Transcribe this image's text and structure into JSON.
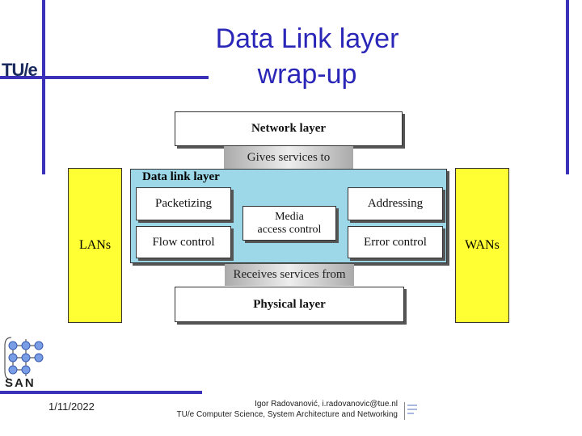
{
  "slide": {
    "title_line1": "Data Link layer",
    "title_line2": "wrap-up",
    "logo_text": "TU/e",
    "san_logo_text": "SAN"
  },
  "diagram": {
    "network_layer": "Network layer",
    "gives_services": "Gives services to",
    "data_link_layer": "Data link layer",
    "packetizing": "Packetizing",
    "flow_control": "Flow control",
    "media_line1": "Media",
    "media_line2": "access control",
    "addressing": "Addressing",
    "error_control": "Error control",
    "receives_services": "Receives services from",
    "physical_layer": "Physical layer",
    "lans": "LANs",
    "wans": "WANs",
    "colors": {
      "data_link_fill": "#9dd8e8",
      "side_fill": "#ffff33"
    }
  },
  "footer": {
    "date": "1/11/2022",
    "author": "Igor Radovanović, i.radovanovic@tue.nl",
    "affiliation": "TU/e Computer Science, System Architecture and Networking"
  }
}
